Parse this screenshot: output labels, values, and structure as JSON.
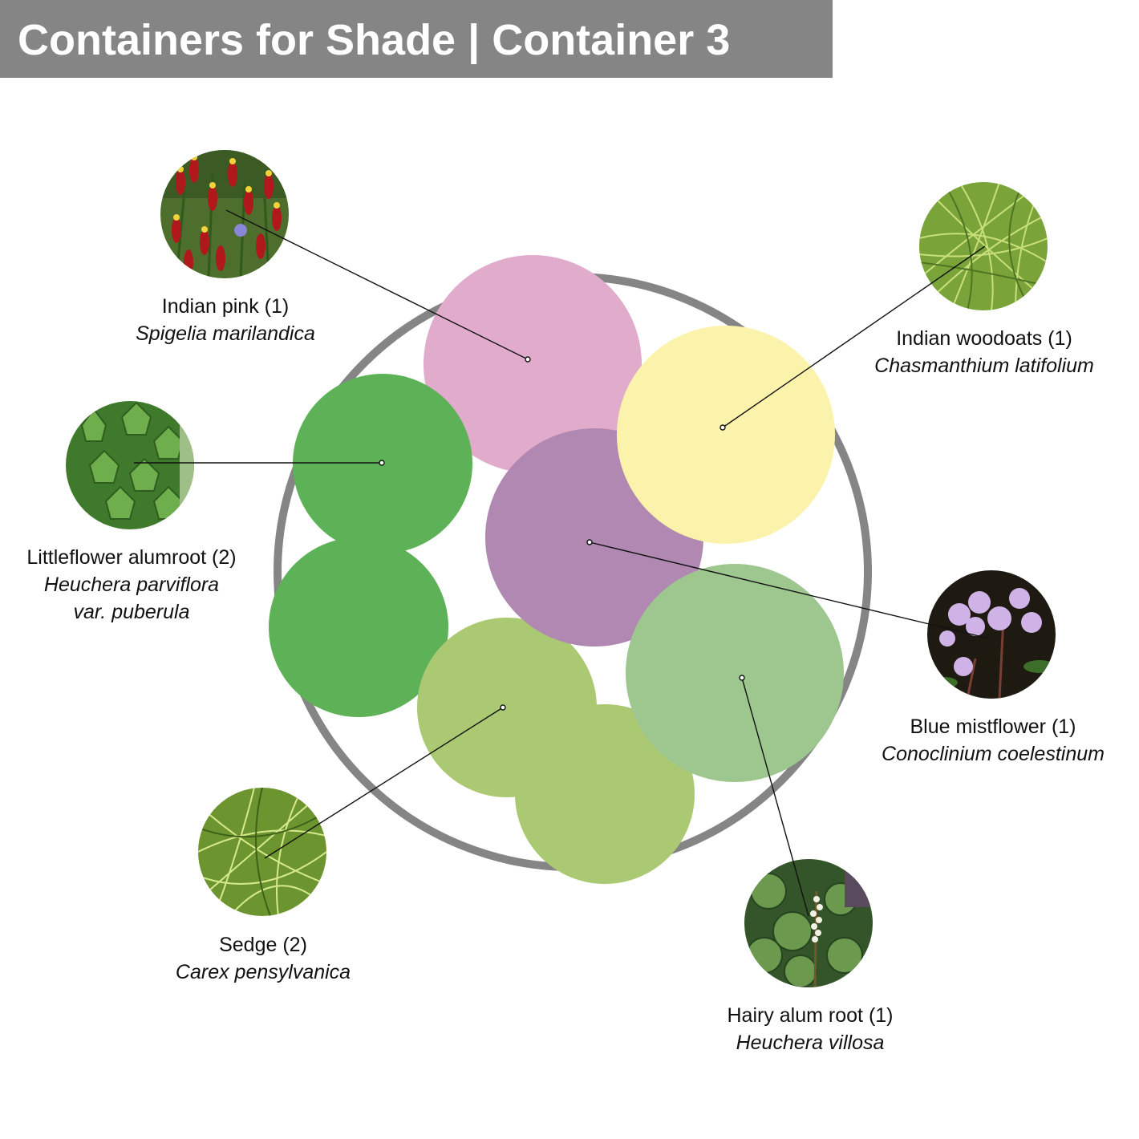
{
  "title": "Containers for Shade | Container 3",
  "colors": {
    "title_bar": "#858585",
    "pot_ring": "#858585",
    "indian_pink": "#e1abcb",
    "indian_woodoats": "#fbf3ab",
    "blue_mistflower": "#b088b2",
    "alumroot_green": "#5db157",
    "hairy_alum_root": "#9dc78f",
    "sedge": "#abc973"
  },
  "plants": [
    {
      "id": "indian-pink",
      "common": "Indian pink (1)",
      "scientific": [
        "Spigelia marilandica"
      ],
      "photo": "red tubular flowers with yellow tips"
    },
    {
      "id": "indian-woodoats",
      "common": "Indian woodoats (1)",
      "scientific": [
        "Chasmanthium latifolium"
      ],
      "photo": "fine green grass"
    },
    {
      "id": "littleflower-alumroot",
      "common": "Littleflower alumroot (2)",
      "scientific": [
        "Heuchera parviflora",
        "var. puberula"
      ],
      "photo": "lobed green leaves"
    },
    {
      "id": "blue-mistflower",
      "common": "Blue mistflower (1)",
      "scientific": [
        "Conoclinium coelestinum"
      ],
      "photo": "fuzzy lavender flower heads"
    },
    {
      "id": "sedge",
      "common": "Sedge (2)",
      "scientific": [
        "Carex pensylvanica"
      ],
      "photo": "fine green sedge blades"
    },
    {
      "id": "hairy-alum-root",
      "common": "Hairy alum root (1)",
      "scientific": [
        "Heuchera villosa"
      ],
      "photo": "leaves with white flower spike"
    }
  ]
}
